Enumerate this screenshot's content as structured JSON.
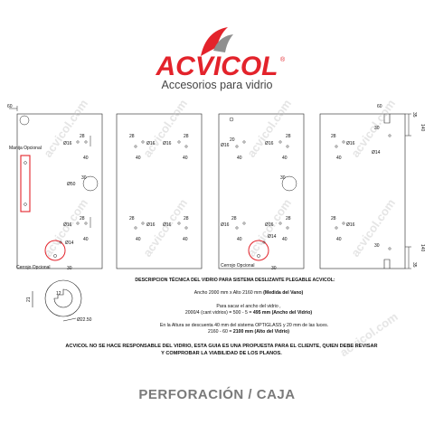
{
  "brand": {
    "name": "ACVICOL",
    "registered": "®",
    "tagline": "Accesorios para vidrio",
    "watermark": "acvicol.com",
    "colors": {
      "red": "#e3232b",
      "gray": "#8f8f8f",
      "dark": "#1c1c1c"
    }
  },
  "labels": {
    "manija": "Manija Opcional",
    "cerrojo_1": "Cerrojo Opcional",
    "cerrojo_2": "Cerrojo Opcional"
  },
  "dims": {
    "d60a": "60",
    "d60b": "60",
    "d28": "28",
    "d16": "Ø16",
    "d20": "20",
    "d40": "40",
    "d50": "Ø50",
    "d30": "30",
    "d14": "Ø14",
    "d35": "35",
    "d140": "140",
    "d30b": "30",
    "d12": "12",
    "d21": "21",
    "d2250": "Ø22.50"
  },
  "description": {
    "heading": "DESCRIPCION TÉCNICA DEL VIDRIO PARA SISTEMA DESLIZANTE PLEGABLE ACVICOL:",
    "line1_a": "Ancho 2000 mm x Alto 2160 mm ",
    "line1_b": "(Medida del Vano)",
    "line2": "Para sacar el ancho del vidrio ,",
    "line3_a": "2000/4 (cant vidrios) = 500 - 5 = ",
    "line3_b": "495 mm (Ancho del Vidrio)",
    "line4": "En la Altura se descuenta 40 mm del sistema OPTIGLASS y 20 mm de las luces.",
    "line5_a": "2160 - 60 = ",
    "line5_b": "2100 mm (Alto del Vidrio)",
    "disclaimer": "ACVICOL NO SE HACE RESPONSABLE DEL VIDRIO, ESTA GUIA ES UNA PROPUESTA PARA EL CLIENTE, QUIEN DEBE REVISAR Y COMPROBAR LA VIABILIDAD DE LOS PLANOS."
  },
  "footer": {
    "title": "PERFORACIÓN / CAJA"
  }
}
